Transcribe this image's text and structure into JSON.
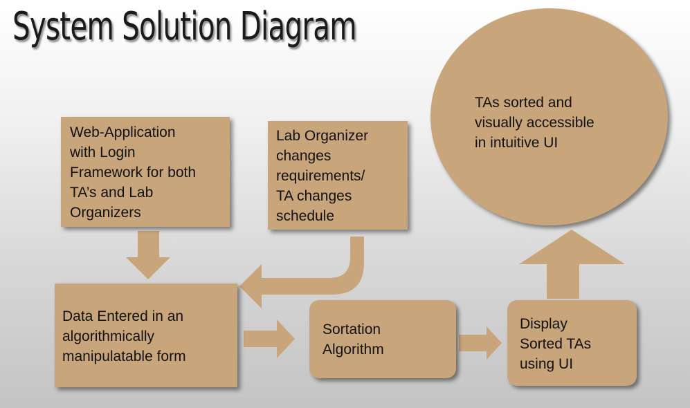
{
  "diagram": {
    "title": "System Solution Diagram",
    "nodes": {
      "web_app": "Web-Application\nwith Login\nFramework for both\nTA’s and Lab\nOrganizers",
      "lab_organizer": "Lab Organizer\nchanges\nrequirements/\nTA changes\nschedule",
      "data_entered": "Data Entered in an\nalgorithmically\nmanipulatable form",
      "sortation": "Sortation\nAlgorithm",
      "display": "Display\nSorted TAs\nusing UI",
      "result": "TAs sorted and\nvisually accessible\nin intuitive UI"
    },
    "colors": {
      "node_fill": "#c9a57b",
      "arrow_fill": "#c9a57b",
      "text": "#111111"
    }
  }
}
